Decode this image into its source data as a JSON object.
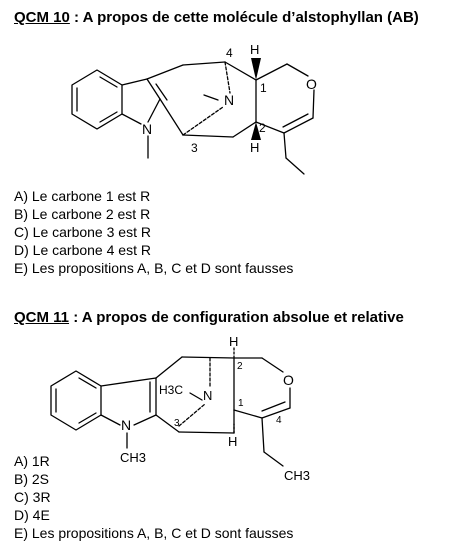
{
  "q10": {
    "number": "QCM 10",
    "title": " : A propos de cette molécule d’alstophyllan (AB)",
    "labels": {
      "l4": "4",
      "lH_top": "H",
      "l1": "1",
      "lO": "O",
      "lN_mid": "N",
      "lN_ind": "N",
      "l3": "3",
      "l2": "2",
      "lH_bot": "H"
    },
    "options": [
      "A) Le carbone 1 est R",
      "B) Le carbone 2 est R",
      "C) Le carbone 3 est R",
      "D) Le carbone 4 est R",
      "E) Les propositions A, B, C et D sont fausses"
    ]
  },
  "q11": {
    "number": "QCM 11",
    "title": " : A propos de configuration absolue et relative",
    "labels": {
      "lH_top": "H",
      "l2": "2",
      "lO": "O",
      "lNme": "H3C",
      "lN_mid": "N",
      "l1": "1",
      "l3": "3",
      "l4": "4",
      "lH_bot": "H",
      "lN_ind": "N",
      "lCH3_n": "CH3",
      "lCH3_e": "CH3"
    },
    "options": [
      "A) 1R",
      "B) 2S",
      "C) 3R",
      "D) 4E",
      "E) Les propositions A, B, C et D sont fausses"
    ]
  }
}
